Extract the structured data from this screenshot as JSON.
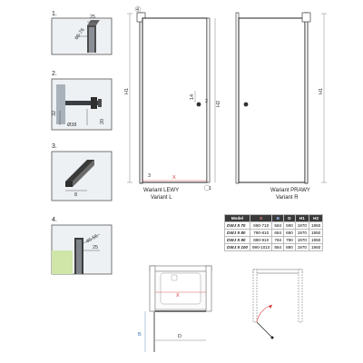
{
  "details": [
    {
      "num": "1.",
      "dims": [
        "25",
        "66-76"
      ]
    },
    {
      "num": "2.",
      "dims": [
        "32",
        "Ø38",
        "20"
      ]
    },
    {
      "num": "3.",
      "dims": [
        "8"
      ]
    },
    {
      "num": "4.",
      "dims": [
        "46-56",
        "25"
      ]
    }
  ],
  "variants": {
    "left": {
      "title": "Wariant LEWY",
      "subtitle": "Variant L"
    },
    "right": {
      "title": "Wariant PRAWY",
      "subtitle": "Variant R"
    }
  },
  "dimension_labels": {
    "h1": "H1",
    "h2": "H2",
    "x": "X",
    "b": "B",
    "d": "D",
    "n4": "4",
    "n3": "3",
    "n2": "2",
    "n1": "1",
    "n14": "14"
  },
  "table": {
    "headers": [
      "Model",
      "X",
      "B",
      "D",
      "H1",
      "H2"
    ],
    "rows": [
      [
        "DWJ II 70",
        "690-710",
        "584",
        "590",
        "1970",
        "1950"
      ],
      [
        "DWJ II 80",
        "790-810",
        "684",
        "690",
        "1970",
        "1950"
      ],
      [
        "DWJ II 90",
        "890-910",
        "784",
        "790",
        "1970",
        "1950"
      ],
      [
        "DWJ II 100",
        "990-1010",
        "884",
        "890",
        "1970",
        "1950"
      ]
    ]
  },
  "colors": {
    "x": "#d33333",
    "b": "#3a6fb0",
    "frame": "#222222"
  }
}
